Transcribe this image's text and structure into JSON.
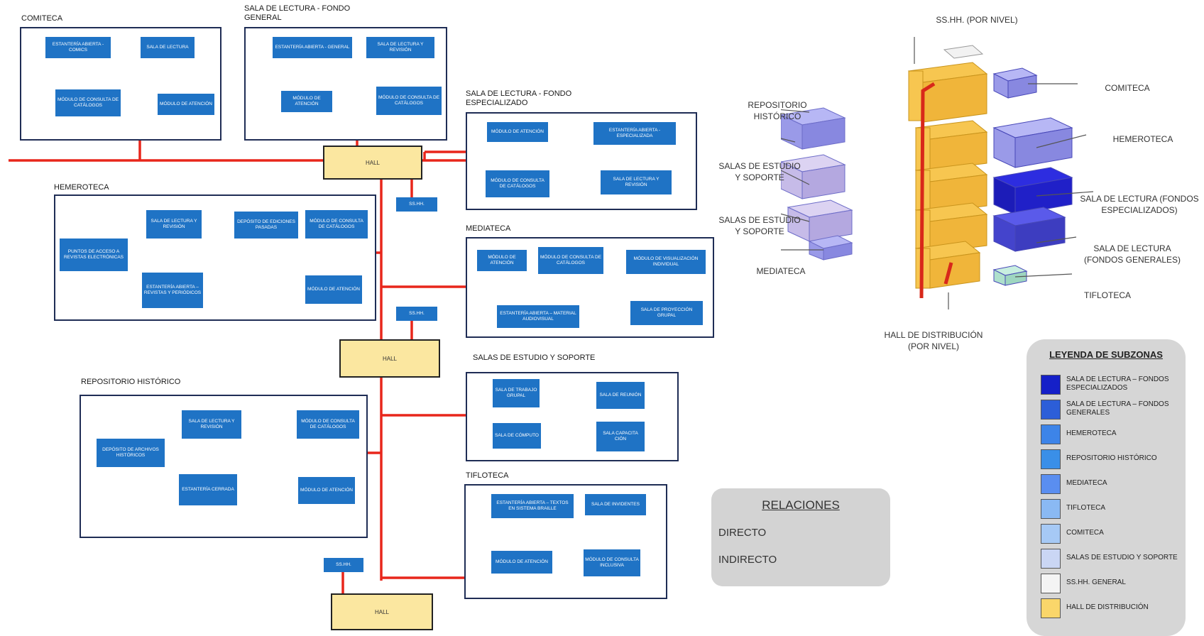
{
  "zones": {
    "comiteca": {
      "title": "COMITECA",
      "boxes": {
        "estanteria": "ESTANTERÍA ABIERTA - COMICS",
        "sala": "SALA DE LECTURA",
        "modulo_consulta": "MÓDULO DE CONSULTA DE CATÁLOGOS",
        "modulo_atencion": "MÓDULO DE ATENCIÓN"
      }
    },
    "fondo_general": {
      "title": "SALA DE LECTURA - FONDO GENERAL",
      "boxes": {
        "estanteria": "ESTANTERÍA ABIERTA - GENERAL",
        "sala": "SALA DE LECTURA Y REVISIÓN",
        "modulo_atencion": "MÓDULO DE ATENCIÓN",
        "modulo_consulta": "MÓDULO DE CONSULTA DE CATÁLOGOS"
      }
    },
    "fondo_especializado": {
      "title": "SALA DE LECTURA - FONDO ESPECIALIZADO",
      "boxes": {
        "modulo_atencion": "MÓDULO DE ATENCIÓN",
        "estanteria": "ESTANTERÍA ABIERTA - ESPECIALIZADA",
        "modulo_consulta": "MÓDULO DE CONSULTA DE CATÁLOGOS",
        "sala": "SALA DE LECTURA Y REVISIÓN"
      }
    },
    "hemeroteca": {
      "title": "HEMEROTECA",
      "boxes": {
        "puntos": "PUNTOS DE ACCESO A REVISTAS ELECTRÓNICAS",
        "sala": "SALA DE LECTURA Y REVISIÓN",
        "deposito": "DEPÓSITO DE EDICIONES PASADAS",
        "modulo_consulta": "MÓDULO DE CONSULTA DE CATÁLOGOS",
        "estanteria": "ESTANTERÍA ABIERTA – REVISTAS Y PERIÓDICOS",
        "modulo_atencion": "MÓDULO DE ATENCIÓN"
      }
    },
    "mediateca": {
      "title": "MEDIATECA",
      "boxes": {
        "modulo_atencion": "MÓDULO DE ATENCIÓN",
        "modulo_consulta": "MÓDULO DE CONSULTA DE CATÁLOGOS",
        "visualizacion": "MÓDULO DE VISUALIZACIÓN INDIVIDUAL",
        "estanteria": "ESTANTERÍA ABIERTA – MATERIAL AUDIOVISUAL",
        "proyeccion": "SALA DE PROYECCIÓN GRUPAL"
      }
    },
    "estudio": {
      "title": "SALAS DE ESTUDIO Y SOPORTE",
      "boxes": {
        "trabajo": "SALA DE TRABAJO GRUPAL",
        "reunion": "SALA DE REUNIÓN",
        "computo": "SALA DE CÓMPUTO",
        "capacitacion": "SALA CAPACITA CIÓN"
      }
    },
    "repositorio": {
      "title": "REPOSITORIO HISTÓRICO",
      "boxes": {
        "deposito": "DEPÓSITO DE ARCHIVOS HISTÓRICOS",
        "sala": "SALA DE LECTURA Y REVISIÓN",
        "modulo_consulta": "MÓDULO DE CONSULTA DE CATÁLOGOS",
        "estanteria": "ESTANTERÍA CERRADA",
        "modulo_atencion": "MÓDULO DE ATENCIÓN"
      }
    },
    "tifloteca": {
      "title": "TIFLOTECA",
      "boxes": {
        "estanteria": "ESTANTERÍA ABIERTA – TEXTOS EN SISTEMA BRAILLE",
        "invidentes": "SALA DE INVIDENTES",
        "modulo_atencion": "MÓDULO DE ATENCIÓN",
        "modulo_consulta": "MÓDULO DE CONSULTA INCLUSIVA"
      }
    }
  },
  "halls": [
    "HALL",
    "HALL",
    "HALL"
  ],
  "sshh": [
    "SS.HH.",
    "SS.HH.",
    "SS.HH."
  ],
  "relaciones": {
    "title": "RELACIONES",
    "directo": "DIRECTO",
    "indirecto": "INDIRECTO",
    "colors": {
      "directo": "#e8261b",
      "indirecto": "#9b30e8"
    }
  },
  "isometric_labels": {
    "sshh": "SS.HH. (POR NIVEL)",
    "comiteca": "COMITECA",
    "repositorio": "REPOSITORIO HISTÓRICO",
    "hemeroteca": "HEMEROTECA",
    "salas1": "SALAS DE ESTUDIO Y SOPORTE",
    "especializados": "SALA DE LECTURA (FONDOS ESPECIALIZADOS)",
    "salas2": "SALAS DE ESTUDIO Y SOPORTE",
    "generales": "SALA DE LECTURA (FONDOS GENERALES)",
    "mediateca": "MEDIATECA",
    "tifloteca": "TIFLOTECA",
    "hall": "HALL DE DISTRIBUCIÓN (POR NIVEL)"
  },
  "leyenda": {
    "title": "LEYENDA DE SUBZONAS",
    "items": [
      {
        "label": "SALA DE LECTURA – FONDOS ESPECIALIZADOS",
        "color": "#1520c8"
      },
      {
        "label": "SALA DE LECTURA – FONDOS GENERALES",
        "color": "#2c5ed8"
      },
      {
        "label": "HEMEROTECA",
        "color": "#3d84e8"
      },
      {
        "label": "REPOSITORIO HISTÓRICO",
        "color": "#3a8fe8"
      },
      {
        "label": "MEDIATECA",
        "color": "#5a8ef0"
      },
      {
        "label": "TIFLOTECA",
        "color": "#8ab9f3"
      },
      {
        "label": "COMITECA",
        "color": "#a6c9f5"
      },
      {
        "label": "SALAS DE ESTUDIO Y SOPORTE",
        "color": "#cad6f4"
      },
      {
        "label": "SS.HH. GENERAL",
        "color": "#f4f4f4"
      },
      {
        "label": "HALL DE DISTRIBUCIÓN",
        "color": "#fad66a"
      }
    ]
  }
}
